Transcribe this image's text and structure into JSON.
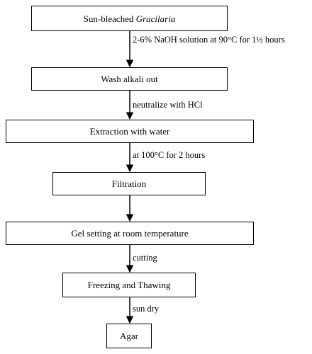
{
  "flowchart": {
    "steps": [
      {
        "text": "Sun-bleached ",
        "italic": "Gracilaria"
      },
      {
        "text": "Wash alkali out"
      },
      {
        "text": "Extraction with water"
      },
      {
        "text": "Filtration"
      },
      {
        "text": "Gel setting at room temperature"
      },
      {
        "text": "Freezing and Thawing"
      },
      {
        "text": "Agar"
      }
    ],
    "edge_labels": [
      "2-6% NaOH solution at 90°C for 1½ hours",
      "neutralize with HCl",
      "at 100°C for 2 hours",
      "",
      "cutting",
      "sun dry"
    ],
    "colors": {
      "line": "#000000",
      "background": "#ffffff"
    }
  }
}
